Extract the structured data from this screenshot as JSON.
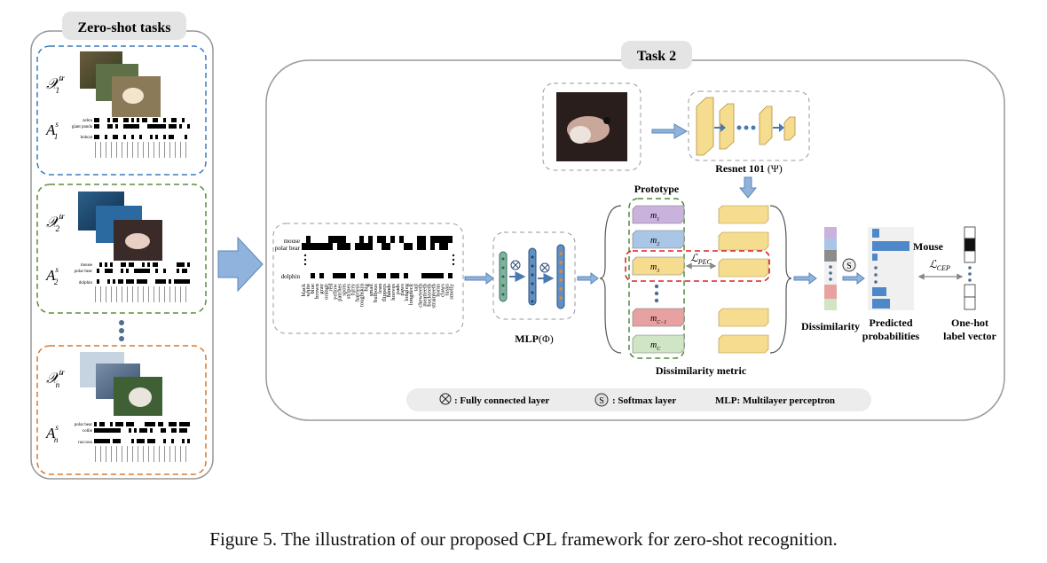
{
  "zero_shot": {
    "title": "Zero-shot tasks",
    "tasks": [
      {
        "x_label": "𝒳",
        "x_sup": "tr",
        "x_sub": "1",
        "a_label": "A",
        "a_sup": "s",
        "a_sub": "1",
        "classes": [
          "zebra",
          "giant panda",
          "bobcat"
        ]
      },
      {
        "x_label": "𝒳",
        "x_sup": "tr",
        "x_sub": "2",
        "a_label": "A",
        "a_sup": "s",
        "a_sub": "2",
        "classes": [
          "mouse",
          "polar bear",
          "dolphin"
        ]
      },
      {
        "x_label": "𝒳",
        "x_sup": "tr",
        "x_sub": "n",
        "a_label": "A",
        "a_sup": "s",
        "a_sub": "n",
        "classes": [
          "polar bear",
          "collie",
          "raccoon"
        ]
      }
    ]
  },
  "task2": {
    "title": "Task 2",
    "resnet_label": "Resnet 101",
    "resnet_symbol": "(Ψ)",
    "attr_classes": [
      "mouse",
      "polar bear",
      "dolphin"
    ],
    "attr_words": [
      "black",
      "white",
      "blue",
      "brown",
      "gray",
      "orange",
      "red",
      "yellow",
      "patches",
      "spots",
      "stripes",
      "furry",
      "hairless",
      "toughskin",
      "big",
      "small",
      "bulbous",
      "lean",
      "flippers",
      "hands",
      "hooves",
      "pads",
      "paws",
      "longleg",
      "longneck",
      "tail",
      "chewteeth",
      "meatteeth",
      "buckteeth",
      "strainteeth",
      "horns",
      "claws",
      "tusks",
      "smelly"
    ],
    "mlp_label": "MLP",
    "mlp_symbol": "(Φ)",
    "prototype_label": "Prototype",
    "prototypes": [
      {
        "name": "m",
        "sub": "1",
        "color": "#c9b3dc"
      },
      {
        "name": "m",
        "sub": "2",
        "color": "#a9c6e6"
      },
      {
        "name": "m",
        "sub": "3",
        "color": "#f6dc8e"
      },
      {
        "name": "m",
        "sub": "C−1",
        "color": "#e8a1a1"
      },
      {
        "name": "m",
        "sub": "C",
        "color": "#cfe5c3"
      }
    ],
    "loss_pec": "ℒ",
    "loss_pec_sub": "PEC",
    "dissim_metric_label": "Dissimilarity metric",
    "dissimilarity_label": "Dissimilarity",
    "softmax_symbol": "S",
    "predicted_label_1": "Predicted",
    "predicted_label_2": "probabilities",
    "predicted_class": "Mouse",
    "loss_cep": "ℒ",
    "loss_cep_sub": "CEP",
    "onehot_label_1": "One-hot",
    "onehot_label_2": "label vector"
  },
  "legend": {
    "fc": ": Fully connected layer",
    "softmax": ": Softmax layer",
    "mlp": "MLP: Multilayer perceptron"
  },
  "caption": "Figure 5. The illustration of our proposed CPL framework for zero-shot recognition.",
  "colors": {
    "task1_border": "#3b7bbf",
    "task2_border": "#5b8e3a",
    "taskn_border": "#d9782f",
    "arrow": "#7aa6d6",
    "proto_border": "#4f8a3a",
    "pec_border": "#e02020",
    "block": "#f6dc8e"
  }
}
